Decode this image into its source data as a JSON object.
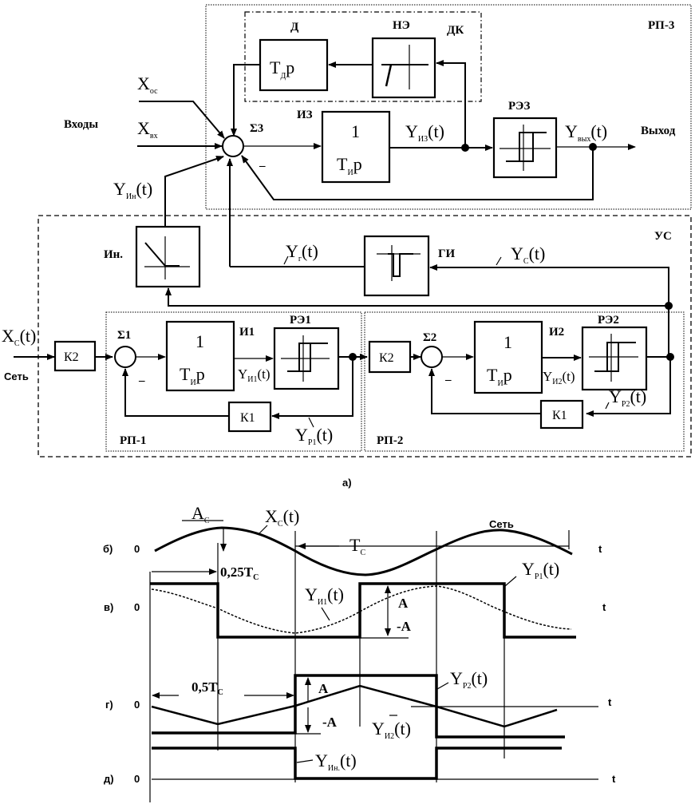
{
  "block_diagram": {
    "caption": "а)",
    "groups": {
      "rp3": "РП-3",
      "dk": "ДК",
      "us": "УС",
      "rp1": "РП-1",
      "rp2": "РП-2"
    },
    "blocks": {
      "d": {
        "label": "Д",
        "tf_main": "T",
        "tf_sub": "Д",
        "tf_tail": "p"
      },
      "ne": {
        "label": "НЭ"
      },
      "iz": {
        "label": "ИЗ",
        "num": "1",
        "den_main": "T",
        "den_sub": "И",
        "den_tail": "p"
      },
      "re3": {
        "label": "РЭЗ"
      },
      "in": {
        "label": "Ин."
      },
      "gi": {
        "label": "ГИ"
      },
      "i1": {
        "label": "И1",
        "num": "1",
        "den_main": "T",
        "den_sub": "И",
        "den_tail": "p"
      },
      "re1": {
        "label": "РЭ1"
      },
      "i2": {
        "label": "И2",
        "num": "1",
        "den_main": "T",
        "den_sub": "И",
        "den_tail": "p"
      },
      "re2": {
        "label": "РЭ2"
      },
      "k2a": {
        "label": "К2"
      },
      "k2b": {
        "label": "К2"
      },
      "k1a": {
        "label": "К1"
      },
      "k1b": {
        "label": "К1"
      }
    },
    "summers": {
      "s3": "Σ3",
      "s1": "Σ1",
      "s2": "Σ2"
    },
    "minus_sign": "–",
    "signals": {
      "inputs_label": "Входы",
      "output_label": "Выход",
      "net_label": "Сеть",
      "x_os": {
        "main": "X",
        "sub": "ос"
      },
      "x_vx": {
        "main": "X",
        "sub": "вх"
      },
      "y_in": {
        "main": "Y",
        "sub": "Ин",
        "tail": "(t)"
      },
      "y_iz": {
        "main": "Y",
        "sub": "ИЗ",
        "tail": "(t)"
      },
      "y_vyx": {
        "main": "Y",
        "sub": "вых",
        "tail": "(t)"
      },
      "y_g": {
        "main": "Y",
        "sub": "г",
        "tail": "(t)"
      },
      "y_c": {
        "main": "Y",
        "sub": "С",
        "tail": "(t)"
      },
      "x_c": {
        "main": "X",
        "sub": "С",
        "tail": "(t)"
      },
      "y_i1": {
        "main": "Y",
        "sub": "И1",
        "tail": "(t)"
      },
      "y_p1": {
        "main": "Y",
        "sub": "Р1",
        "tail": "(t)"
      },
      "y_i2": {
        "main": "Y",
        "sub": "И2",
        "tail": "(t)"
      },
      "y_p2": {
        "main": "Y",
        "sub": "Р2",
        "tail": "(t)"
      }
    }
  },
  "timing": {
    "rows": [
      {
        "tag": "б)",
        "zero": "0",
        "axis": "t"
      },
      {
        "tag": "в)",
        "zero": "0",
        "axis": "t"
      },
      {
        "tag": "г)",
        "zero": "0",
        "axis": "t"
      },
      {
        "tag": "д)",
        "zero": "0",
        "axis": "t"
      }
    ],
    "annotations": {
      "ac": {
        "main": "A",
        "sub": "С"
      },
      "xc": {
        "main": "X",
        "sub": "С",
        "tail": "(t)"
      },
      "tc": {
        "main": "T",
        "sub": "С"
      },
      "quarter": {
        "main": "0,25T",
        "sub": "С"
      },
      "half": {
        "main": "0,5T",
        "sub": "С"
      },
      "net": "Сеть",
      "yp1": {
        "main": "Y",
        "sub": "Р1",
        "tail": "(t)"
      },
      "yi1": {
        "main": "Y",
        "sub": "И1",
        "tail": "(t)"
      },
      "yp2": {
        "main": "Y",
        "sub": "Р2",
        "tail": "(t)"
      },
      "yi2": {
        "main": "Y",
        "sub": "И2",
        "tail": "(t)"
      },
      "yin": {
        "main": "Y",
        "sub": "Ин.",
        "tail": "(t)"
      },
      "a_pos": "A",
      "a_neg": "-A"
    }
  }
}
